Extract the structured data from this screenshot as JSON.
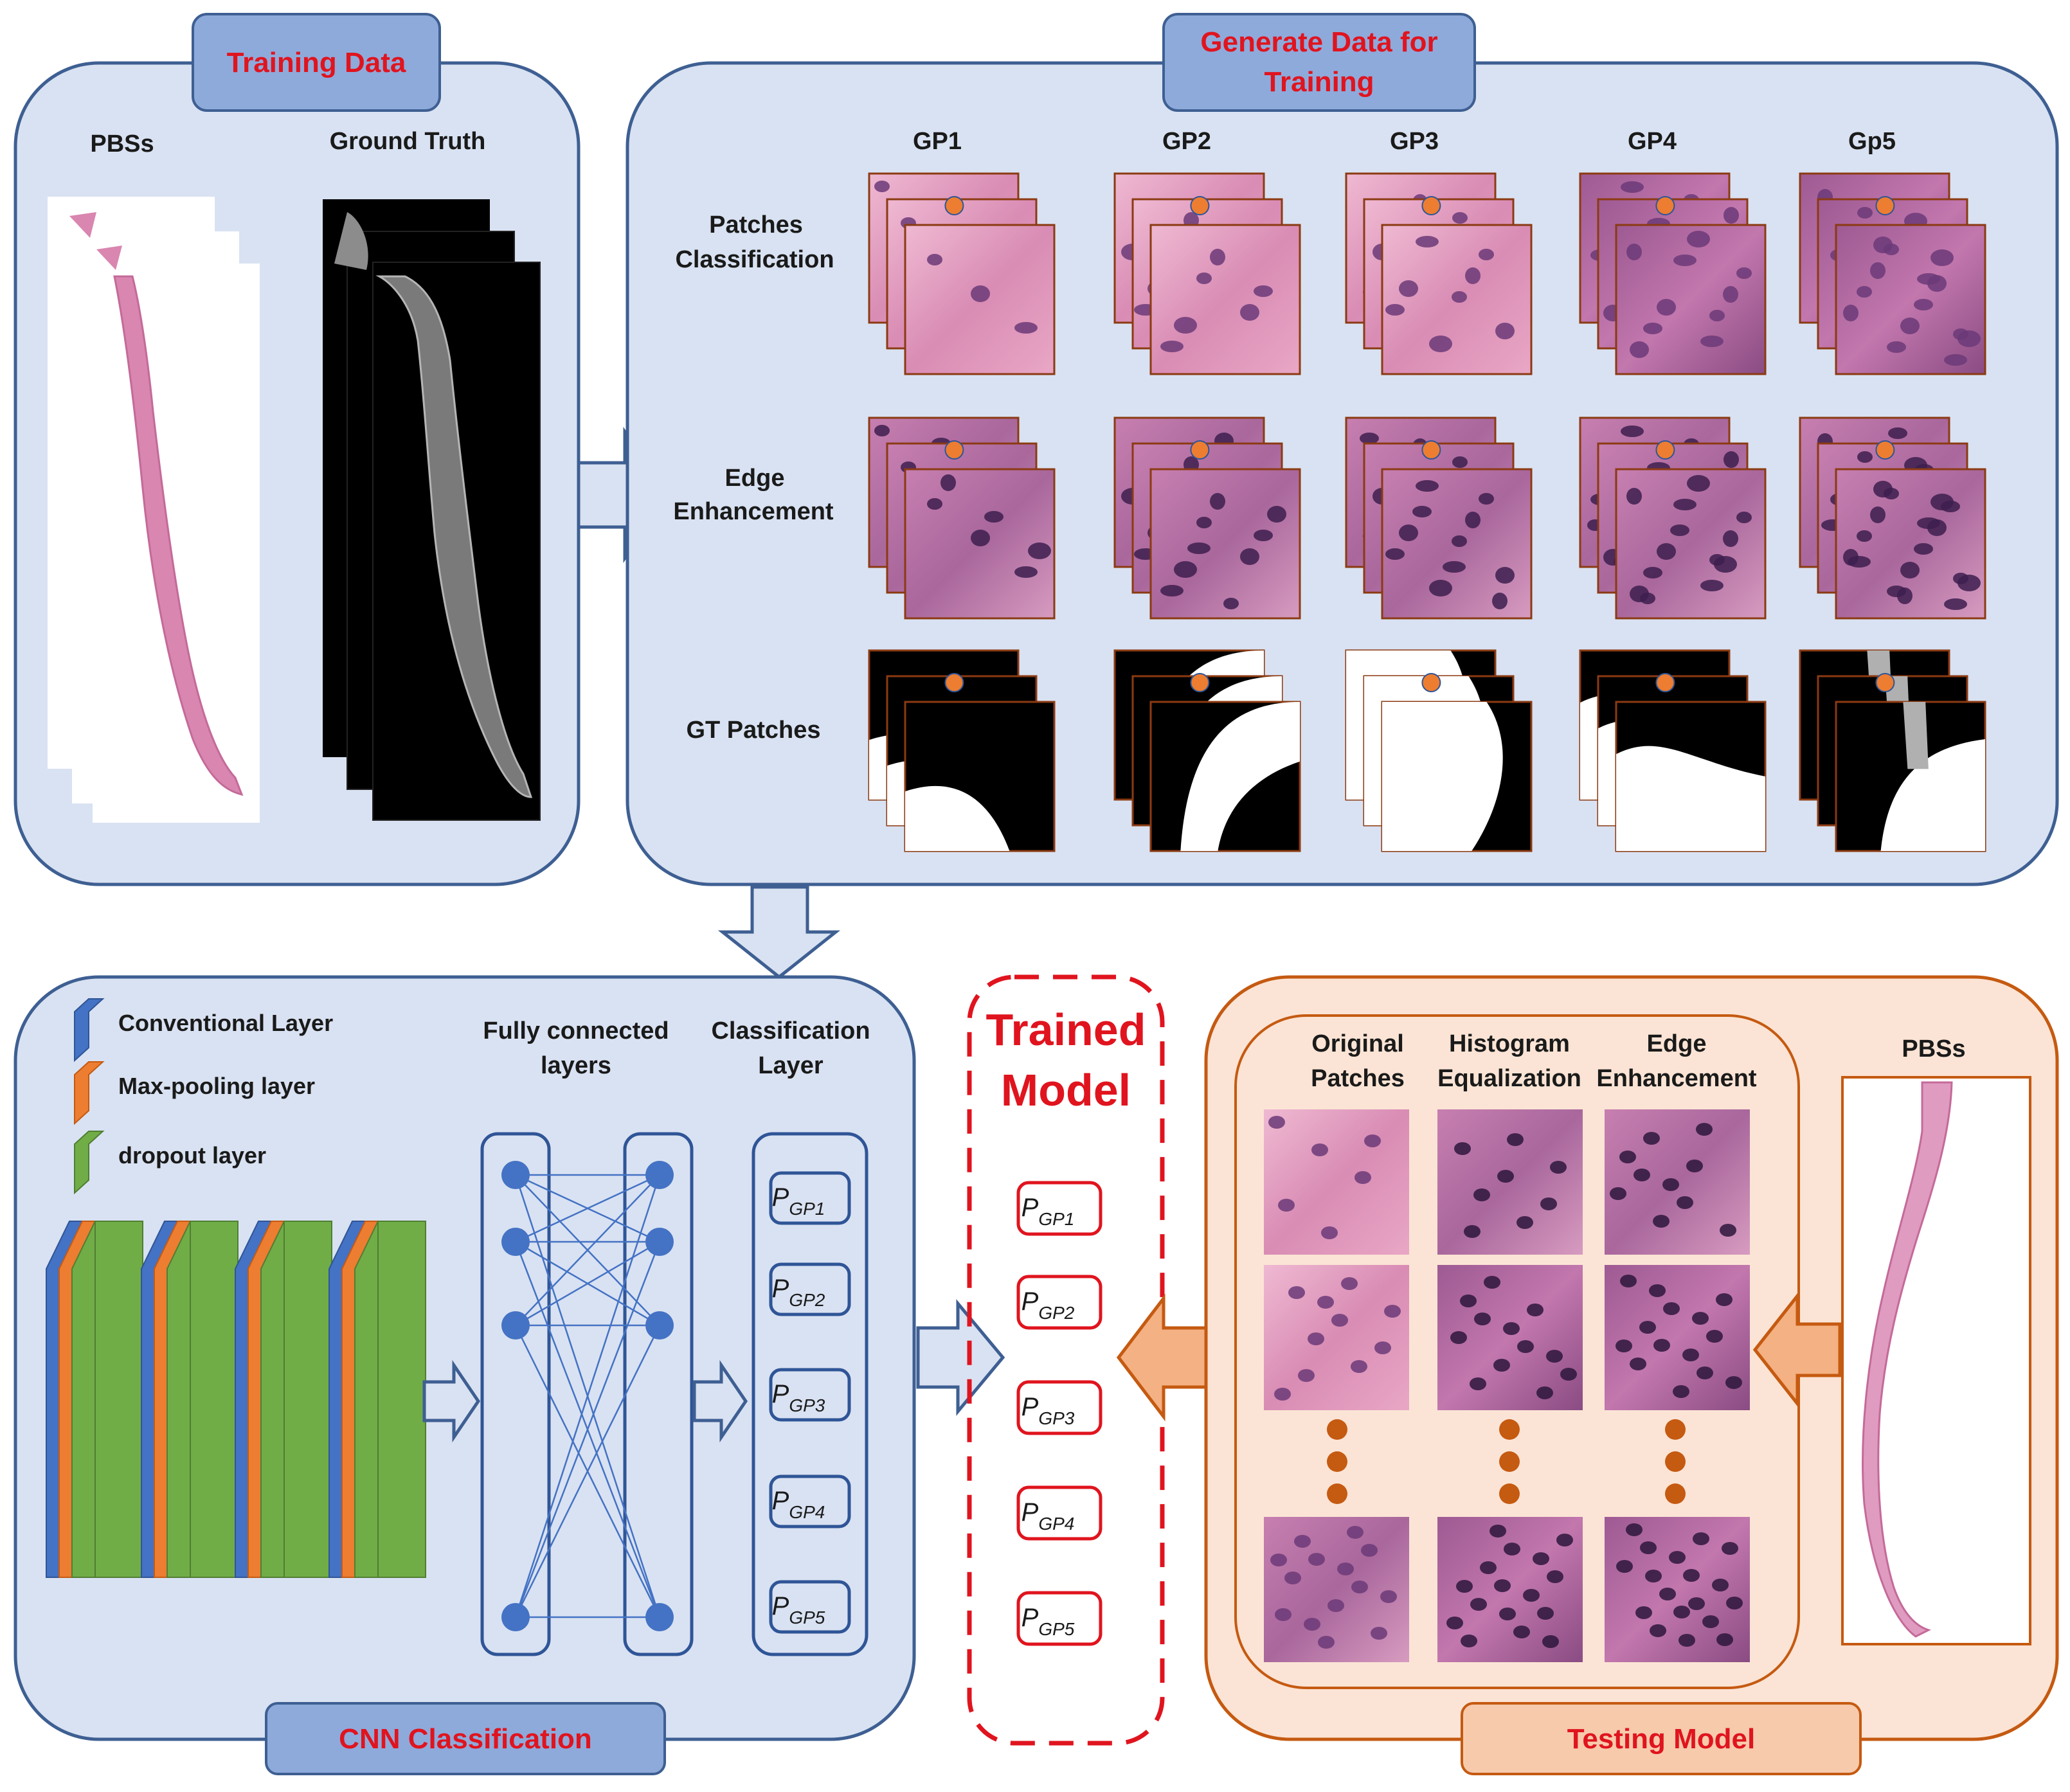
{
  "colors": {
    "panel_blue_fill": "#d9e2f2",
    "panel_blue_stroke": "#3e5f92",
    "tab_blue": "#8eaadb",
    "panel_orange_fill": "#fbe4d5",
    "panel_orange_stroke": "#c55a11",
    "tab_orange": "#f7caac",
    "title_red": "#e0141e",
    "conv_blue": "#4472c4",
    "pool_orange": "#ed7d31",
    "dropout_green": "#70ad47",
    "node_blue": "#4472c4",
    "dot_orange": "#c55a11"
  },
  "training": {
    "title": "Training Data",
    "col_pbs": "PBSs",
    "col_gt": "Ground Truth"
  },
  "generate": {
    "title_line1": "Generate Data for",
    "title_line2": "Training",
    "grades": [
      "GP1",
      "GP2",
      "GP3",
      "GP4",
      "Gp5"
    ],
    "row1_line1": "Patches",
    "row1_line2": "Classification",
    "row2_line1": "Edge",
    "row2_line2": "Enhancement",
    "row3": "GT Patches"
  },
  "cnn": {
    "title": "CNN Classification",
    "legend_conv": "Conventional Layer",
    "legend_pool": "Max-pooling layer",
    "legend_dropout": "dropout layer",
    "fc_line1": "Fully connected",
    "fc_line2": "layers",
    "cls_line1": "Classification",
    "cls_line2": "Layer",
    "output_prefix": "P",
    "outputs": [
      "GP1",
      "GP2",
      "GP3",
      "GP4",
      "GP5"
    ]
  },
  "trained": {
    "line1": "Trained",
    "line2": "Model",
    "prefix": "P",
    "outputs": [
      "GP1",
      "GP2",
      "GP3",
      "GP4",
      "GP5"
    ]
  },
  "testing": {
    "title": "Testing Model",
    "col1_line1": "Original",
    "col1_line2": "Patches",
    "col2_line1": "Histogram",
    "col2_line2": "Equalization",
    "col3_line1": "Edge",
    "col3_line2": "Enhancement",
    "pbs": "PBSs"
  }
}
